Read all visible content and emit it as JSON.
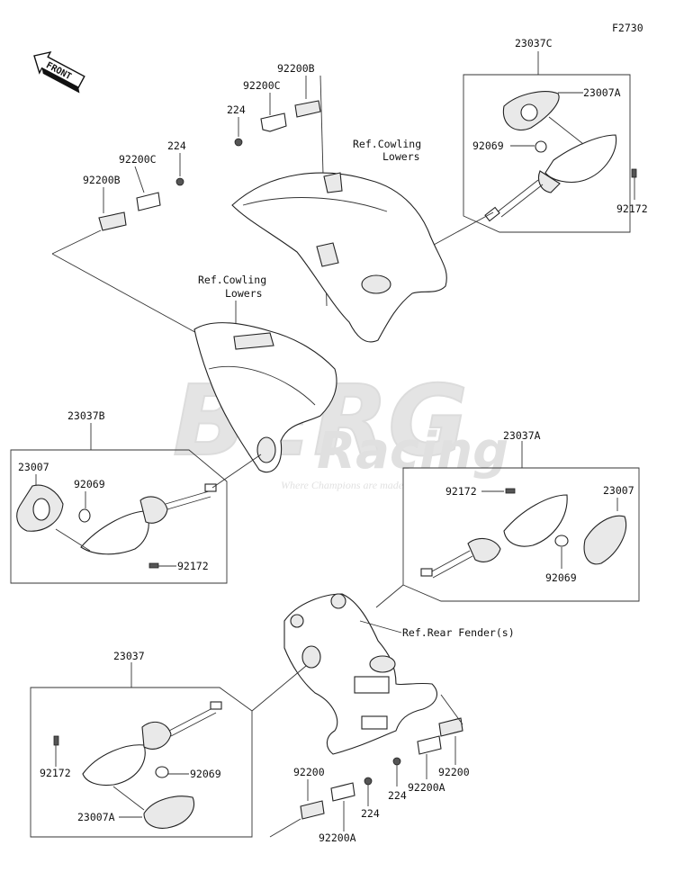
{
  "figure_code": "F2730",
  "front_label": "FRONT",
  "watermark": {
    "brand": "BERG",
    "sub": "Racing",
    "tagline": "Where Champions are made"
  },
  "refs": {
    "cowling_lowers_upper": [
      "Ref.Cowling",
      "Lowers"
    ],
    "cowling_lowers_lower": [
      "Ref.Cowling",
      "Lowers"
    ],
    "rear_fender": "Ref.Rear Fender(s)"
  },
  "labels": {
    "a_23037C": "23037C",
    "a_23007A": "23007A",
    "a_92069": "92069",
    "a_92172": "92172",
    "b_92200B": "92200B",
    "b_92200C": "92200C",
    "b_224": "224",
    "c_224": "224",
    "c_92200C": "92200C",
    "c_92200B": "92200B",
    "d_23037B": "23037B",
    "d_23007": "23007",
    "d_92069": "92069",
    "d_92172": "92172",
    "e_23037A": "23037A",
    "e_92172": "92172",
    "e_23007": "23007",
    "e_92069": "92069",
    "f_23037": "23037",
    "f_92172": "92172",
    "f_92069": "92069",
    "f_23007A": "23007A",
    "g_92200": "92200",
    "g_224": "224",
    "g_92200A": "92200A",
    "h_224": "224",
    "h_92200A": "92200A",
    "h_92200": "92200"
  }
}
